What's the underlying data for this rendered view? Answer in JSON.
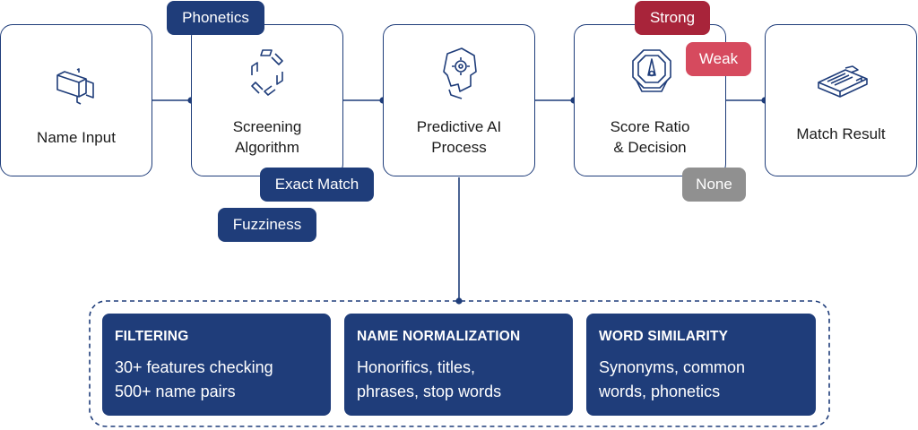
{
  "nodes": {
    "name_input": {
      "lines": [
        "Name Input"
      ]
    },
    "screening": {
      "lines": [
        "Screening",
        "Algorithm"
      ]
    },
    "predictive": {
      "lines": [
        "Predictive AI",
        "Process"
      ]
    },
    "score": {
      "lines": [
        "Score Ratio",
        "& Decision"
      ]
    },
    "match": {
      "lines": [
        "Match Result"
      ]
    }
  },
  "tags": {
    "phonetics": "Phonetics",
    "exact_match": "Exact Match",
    "fuzziness": "Fuzziness",
    "strong": "Strong",
    "weak": "Weak",
    "none": "None"
  },
  "panels": [
    {
      "title": "FILTERING",
      "lines": [
        "30+ features checking",
        "500+ name pairs"
      ]
    },
    {
      "title": "NAME NORMALIZATION",
      "lines": [
        "Honorifics, titles,",
        "phrases, stop words"
      ]
    },
    {
      "title": "WORD SIMILARITY",
      "lines": [
        "Synonyms, common",
        "words, phonetics"
      ]
    }
  ],
  "colors": {
    "navy": "#1f3d7a",
    "strong": "#a8243a",
    "weak": "#d64a5e",
    "none": "#909090"
  },
  "icons": {
    "name_input": "tag-icon",
    "screening": "scan-arrows-icon",
    "predictive": "ai-head-icon",
    "score": "gauge-icon",
    "match": "document-stack-icon"
  }
}
